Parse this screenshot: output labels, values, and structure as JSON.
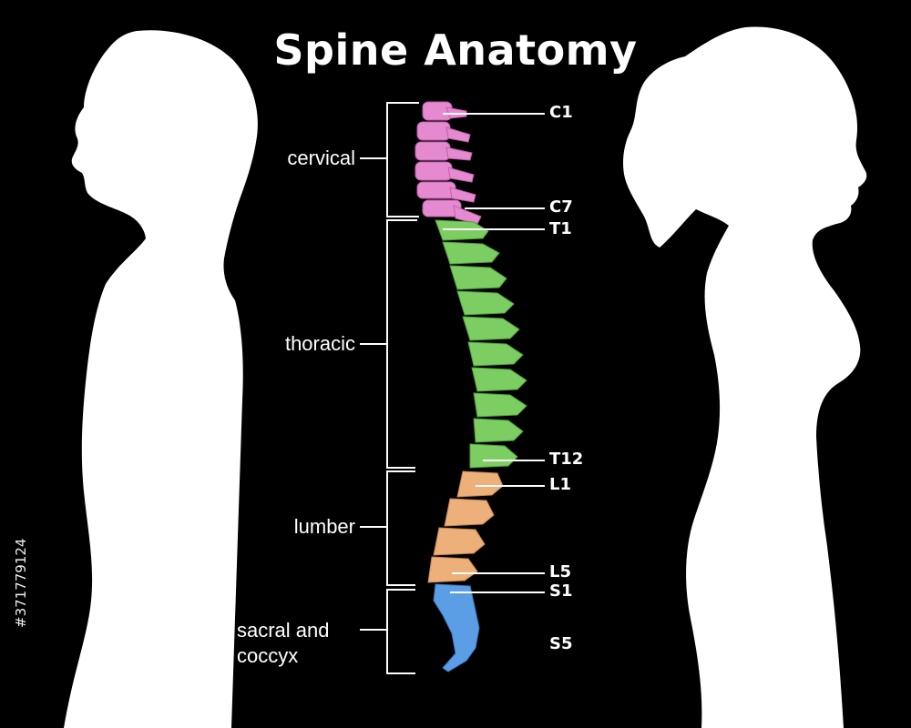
{
  "title": "Spine Anatomy",
  "regions": {
    "cervical": "cervical",
    "thoracic": "thoracic",
    "lumbar": "lumber",
    "sacral_line1": "sacral and",
    "sacral_line2": "coccyx"
  },
  "vertebra_labels": {
    "c1": "C1",
    "c7": "C7",
    "t1": "T1",
    "t12": "T12",
    "l1": "L1",
    "l5": "L5",
    "s1": "S1",
    "s5": "S5"
  },
  "colors": {
    "background": "#000000",
    "cervical": "#e58ad0",
    "thoracic": "#7ccd62",
    "lumbar": "#eeb07a",
    "sacral": "#5b9ee6",
    "silhouette": "#ffffff"
  },
  "watermark": "#371779124"
}
